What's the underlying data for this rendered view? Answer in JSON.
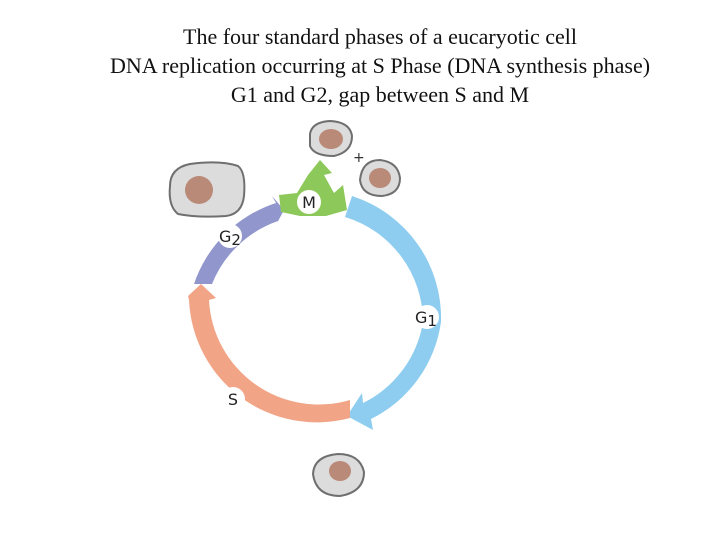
{
  "title_lines": [
    "The four standard phases of a eucaryotic cell",
    "DNA replication occurring at S Phase (DNA synthesis phase)",
    "G1 and G2, gap between S and M"
  ],
  "phases": {
    "m": {
      "label": "M"
    },
    "g1": {
      "label": "G",
      "sub": "1"
    },
    "s": {
      "label": "S"
    },
    "g2": {
      "label": "G",
      "sub": "2"
    }
  },
  "division_plus": "+",
  "colors": {
    "m": "#8dc95a",
    "g1": "#8ecdf0",
    "s": "#f2a487",
    "g2": "#9197cc",
    "cell_fill": "#dcdcdc",
    "cell_stroke": "#6f6f6f",
    "nucleus": "#b98a77"
  }
}
